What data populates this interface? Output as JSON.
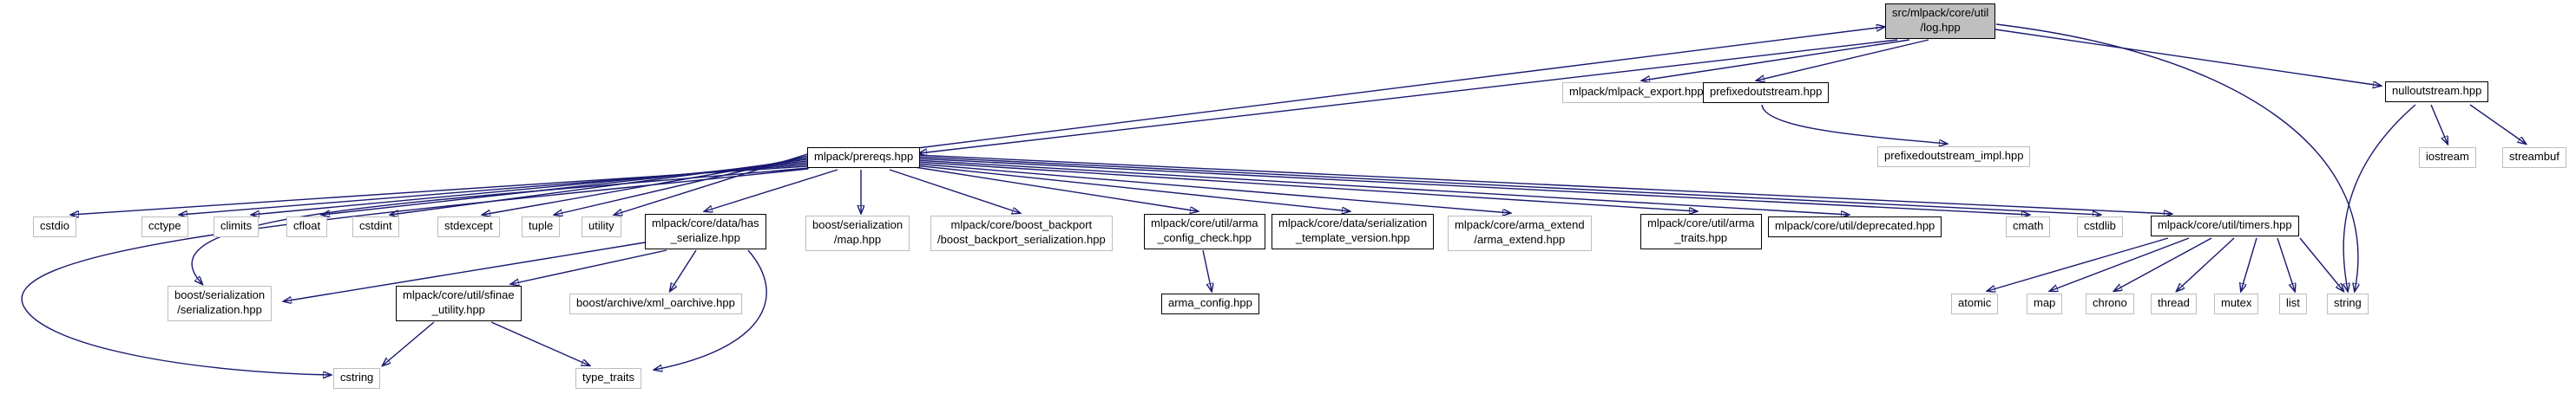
{
  "diagram": {
    "title": "Include dependency graph for log.hpp",
    "colors": {
      "edge": "#191970",
      "root_fill": "#bfbfbf",
      "doc_border": "#000000",
      "ext_border": "#bdbdbd",
      "background": "#ffffff"
    },
    "nodes": [
      {
        "id": "log",
        "label": "src/mlpack/core/util\n/log.hpp",
        "kind": "root"
      },
      {
        "id": "mlpack-export",
        "label": "mlpack/mlpack_export.hpp",
        "kind": "external"
      },
      {
        "id": "prefixedoutstream",
        "label": "prefixedoutstream.hpp",
        "kind": "documented"
      },
      {
        "id": "nulloutstream",
        "label": "nulloutstream.hpp",
        "kind": "documented"
      },
      {
        "id": "prereqs",
        "label": "mlpack/prereqs.hpp",
        "kind": "documented"
      },
      {
        "id": "prefixedoutstream-impl",
        "label": "prefixedoutstream_impl.hpp",
        "kind": "external"
      },
      {
        "id": "iostream",
        "label": "iostream",
        "kind": "external"
      },
      {
        "id": "streambuf",
        "label": "streambuf",
        "kind": "external"
      },
      {
        "id": "cstdio",
        "label": "cstdio",
        "kind": "external"
      },
      {
        "id": "cctype",
        "label": "cctype",
        "kind": "external"
      },
      {
        "id": "climits",
        "label": "climits",
        "kind": "external"
      },
      {
        "id": "cfloat",
        "label": "cfloat",
        "kind": "external"
      },
      {
        "id": "cstdint",
        "label": "cstdint",
        "kind": "external"
      },
      {
        "id": "stdexcept",
        "label": "stdexcept",
        "kind": "external"
      },
      {
        "id": "tuple",
        "label": "tuple",
        "kind": "external"
      },
      {
        "id": "utility",
        "label": "utility",
        "kind": "external"
      },
      {
        "id": "has-serialize",
        "label": "mlpack/core/data/has\n_serialize.hpp",
        "kind": "documented"
      },
      {
        "id": "boost-map",
        "label": "boost/serialization\n/map.hpp",
        "kind": "external"
      },
      {
        "id": "boost-backport",
        "label": "mlpack/core/boost_backport\n/boost_backport_serialization.hpp",
        "kind": "external"
      },
      {
        "id": "arma-config-check",
        "label": "mlpack/core/util/arma\n_config_check.hpp",
        "kind": "documented"
      },
      {
        "id": "serialization-template-version",
        "label": "mlpack/core/data/serialization\n_template_version.hpp",
        "kind": "documented"
      },
      {
        "id": "arma-extend",
        "label": "mlpack/core/arma_extend\n/arma_extend.hpp",
        "kind": "external"
      },
      {
        "id": "arma-traits",
        "label": "mlpack/core/util/arma\n_traits.hpp",
        "kind": "documented"
      },
      {
        "id": "deprecated",
        "label": "mlpack/core/util/deprecated.hpp",
        "kind": "documented"
      },
      {
        "id": "cmath",
        "label": "cmath",
        "kind": "external"
      },
      {
        "id": "cstdlib",
        "label": "cstdlib",
        "kind": "external"
      },
      {
        "id": "timers",
        "label": "mlpack/core/util/timers.hpp",
        "kind": "documented"
      },
      {
        "id": "boost-serialization",
        "label": "boost/serialization\n/serialization.hpp",
        "kind": "external"
      },
      {
        "id": "sfinae-utility",
        "label": "mlpack/core/util/sfinae\n_utility.hpp",
        "kind": "documented"
      },
      {
        "id": "xml-oarchive",
        "label": "boost/archive/xml_oarchive.hpp",
        "kind": "external"
      },
      {
        "id": "arma-config",
        "label": "arma_config.hpp",
        "kind": "documented"
      },
      {
        "id": "atomic",
        "label": "atomic",
        "kind": "external"
      },
      {
        "id": "map",
        "label": "map",
        "kind": "external"
      },
      {
        "id": "chrono",
        "label": "chrono",
        "kind": "external"
      },
      {
        "id": "thread",
        "label": "thread",
        "kind": "external"
      },
      {
        "id": "mutex",
        "label": "mutex",
        "kind": "external"
      },
      {
        "id": "list",
        "label": "list",
        "kind": "external"
      },
      {
        "id": "string",
        "label": "string",
        "kind": "external"
      },
      {
        "id": "cstring",
        "label": "cstring",
        "kind": "external"
      },
      {
        "id": "type-traits",
        "label": "type_traits",
        "kind": "external"
      }
    ],
    "edges": [
      {
        "from": "log",
        "to": "mlpack-export"
      },
      {
        "from": "log",
        "to": "prefixedoutstream"
      },
      {
        "from": "log",
        "to": "nulloutstream"
      },
      {
        "from": "log",
        "to": "prereqs"
      },
      {
        "from": "prereqs",
        "to": "log"
      },
      {
        "from": "log",
        "to": "string"
      },
      {
        "from": "nulloutstream",
        "to": "iostream"
      },
      {
        "from": "nulloutstream",
        "to": "streambuf"
      },
      {
        "from": "nulloutstream",
        "to": "string"
      },
      {
        "from": "prefixedoutstream",
        "to": "prefixedoutstream-impl"
      },
      {
        "from": "prereqs",
        "to": "cstdio"
      },
      {
        "from": "prereqs",
        "to": "cctype"
      },
      {
        "from": "prereqs",
        "to": "climits"
      },
      {
        "from": "prereqs",
        "to": "cfloat"
      },
      {
        "from": "prereqs",
        "to": "cstdint"
      },
      {
        "from": "prereqs",
        "to": "stdexcept"
      },
      {
        "from": "prereqs",
        "to": "tuple"
      },
      {
        "from": "prereqs",
        "to": "utility"
      },
      {
        "from": "prereqs",
        "to": "has-serialize"
      },
      {
        "from": "prereqs",
        "to": "boost-map"
      },
      {
        "from": "prereqs",
        "to": "boost-backport"
      },
      {
        "from": "prereqs",
        "to": "arma-config-check"
      },
      {
        "from": "prereqs",
        "to": "serialization-template-version"
      },
      {
        "from": "prereqs",
        "to": "arma-extend"
      },
      {
        "from": "prereqs",
        "to": "arma-traits"
      },
      {
        "from": "prereqs",
        "to": "deprecated"
      },
      {
        "from": "prereqs",
        "to": "cmath"
      },
      {
        "from": "prereqs",
        "to": "cstdlib"
      },
      {
        "from": "prereqs",
        "to": "timers"
      },
      {
        "from": "prereqs",
        "to": "boost-serialization"
      },
      {
        "from": "prereqs",
        "to": "cstring"
      },
      {
        "from": "has-serialize",
        "to": "boost-serialization"
      },
      {
        "from": "has-serialize",
        "to": "sfinae-utility"
      },
      {
        "from": "has-serialize",
        "to": "xml-oarchive"
      },
      {
        "from": "has-serialize",
        "to": "type-traits"
      },
      {
        "from": "sfinae-utility",
        "to": "cstring"
      },
      {
        "from": "sfinae-utility",
        "to": "type-traits"
      },
      {
        "from": "arma-config-check",
        "to": "arma-config"
      },
      {
        "from": "timers",
        "to": "atomic"
      },
      {
        "from": "timers",
        "to": "map"
      },
      {
        "from": "timers",
        "to": "chrono"
      },
      {
        "from": "timers",
        "to": "thread"
      },
      {
        "from": "timers",
        "to": "mutex"
      },
      {
        "from": "timers",
        "to": "list"
      },
      {
        "from": "timers",
        "to": "string"
      }
    ]
  }
}
